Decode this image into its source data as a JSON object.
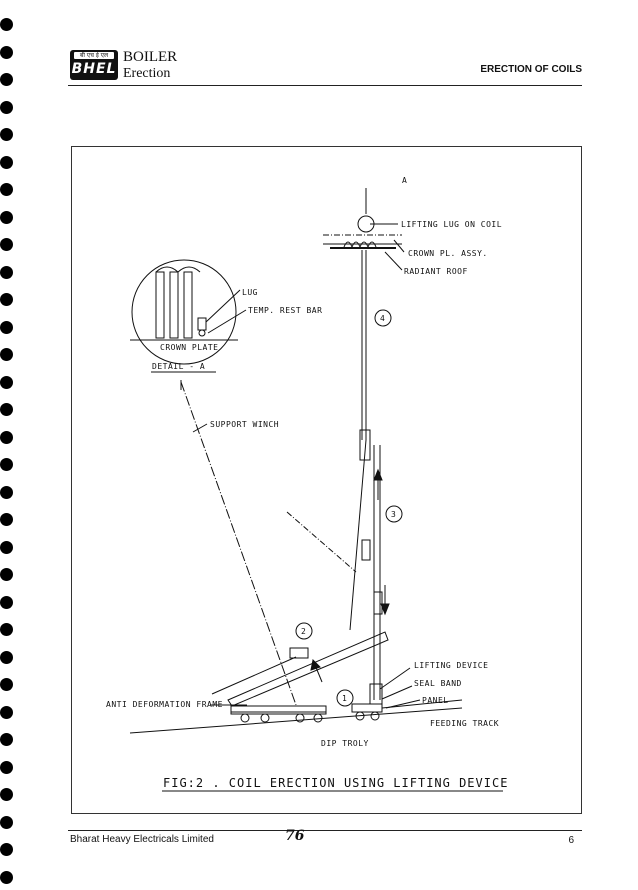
{
  "header": {
    "logo_caption": "बी एच ई एल",
    "logo_mark": "BHEL",
    "brand_line1": "BOILER",
    "brand_line2": "Erection",
    "section_title": "ERECTION OF COILS"
  },
  "figure": {
    "label_a": "A",
    "lifting_lug": "LIFTING LUG ON COIL",
    "crown_assy": "CROWN PL. ASSY.",
    "radiant_roof": "RADIANT ROOF",
    "lug": "LUG",
    "temp_rest_bar": "TEMP. REST BAR",
    "crown_plate": "CROWN PLATE",
    "detail": "DETAIL - A",
    "support_winch": "SUPPORT WINCH",
    "lifting_device": "LIFTING DEVICE",
    "seal_band": "SEAL BAND",
    "panel": "PANEL",
    "feeding_track": "FEEDING TRACK",
    "anti_deformation": "ANTI DEFORMATION FRAME",
    "dip_troly": "DIP TROLY",
    "step1": "1",
    "step2": "2",
    "step3": "3",
    "step4": "4",
    "caption": "FIG:2 . COIL  ERECTION  USING  LIFTING  DEVICE"
  },
  "footer": {
    "company": "Bharat Heavy Electricals Limited",
    "sheet_no": "76",
    "page_no": "6"
  }
}
